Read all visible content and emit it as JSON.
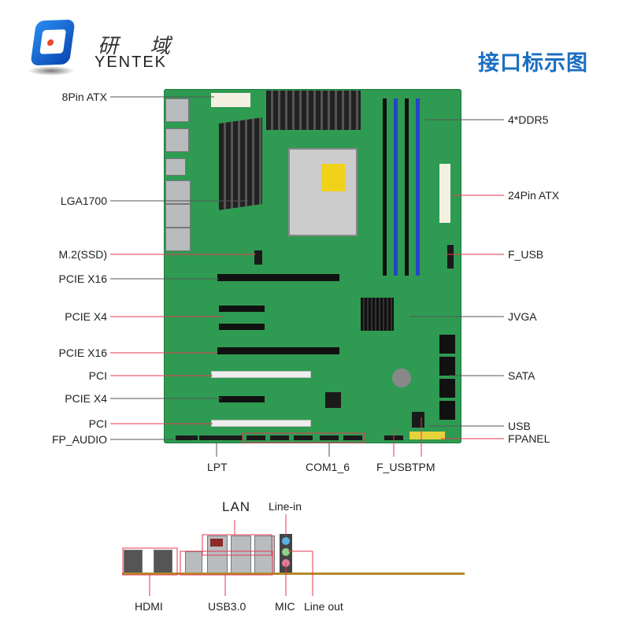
{
  "logo": {
    "cn": "研 域",
    "en": "YENTEK"
  },
  "title": "接口标示图",
  "labels_left": [
    "8Pin ATX",
    "LGA1700",
    "M.2(SSD)",
    "PCIE X16",
    "PCIE X4",
    "PCIE X16",
    "PCI",
    "PCIE X4",
    "PCI",
    "FP_AUDIO"
  ],
  "labels_right": [
    "4*DDR5",
    "24Pin ATX",
    "F_USB",
    "JVGA",
    "SATA",
    "USB",
    "FPANEL"
  ],
  "labels_bottom": [
    "LPT",
    "COM1_6",
    "F_USB",
    "TPM"
  ],
  "rear_io": {
    "lan": "LAN",
    "line_in": "Line-in",
    "hdmi": "HDMI",
    "usb": "USB3.0",
    "mic": "MIC",
    "line_out": "Line out"
  },
  "colors": {
    "accent": "#1a6fc2",
    "pcb": "#2f9a52",
    "callout_red": "#e53950",
    "callout_gray": "#555555"
  }
}
